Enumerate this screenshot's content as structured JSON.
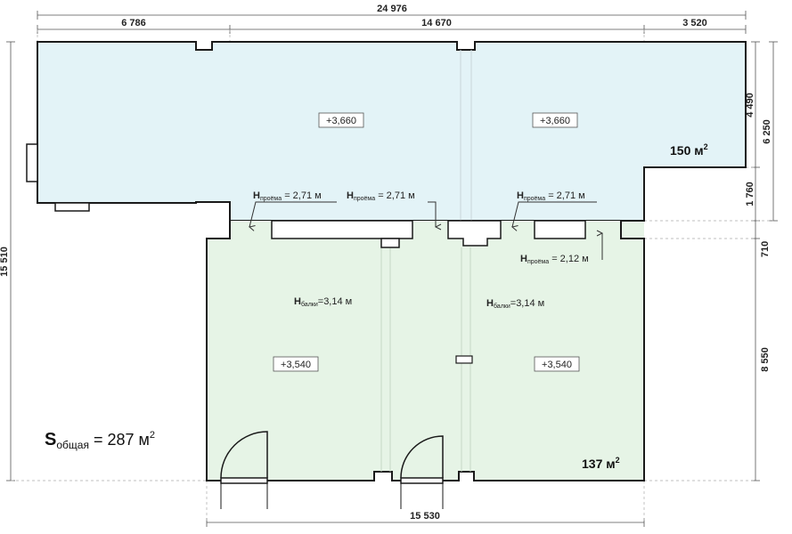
{
  "dimensions": {
    "top_total": "24 976",
    "top_left": "6 786",
    "top_mid": "14 670",
    "top_right": "3 520",
    "bottom": "15 530",
    "left_total": "15 510",
    "right_4490": "4 490",
    "right_6250": "6 250",
    "right_1760": "1 760",
    "right_710": "710",
    "right_8550": "8 550"
  },
  "levels": {
    "upper_left": "+3,660",
    "upper_right": "+3,660",
    "lower_left": "+3,540",
    "lower_right": "+3,540"
  },
  "areas": {
    "upper": {
      "value": "150 м",
      "sup": "2"
    },
    "lower": {
      "value": "137 м",
      "sup": "2"
    },
    "total": {
      "letter": "S",
      "sub": "общая",
      "value": " = 287 м",
      "sup": "2"
    }
  },
  "openings": {
    "label_h": "H",
    "sub_opening": "проёма",
    "sub_beam": "балки",
    "o1": " = 2,71 м",
    "o2": " = 2,71 м",
    "o3": " = 2,71 м",
    "o4": " = 2,12 м",
    "beam_left": "=3,14 м",
    "beam_right": "=3,14 м"
  },
  "colors": {
    "upper_fill": "#e3f3f7",
    "lower_fill": "#e6f4e6",
    "wall": "#1a1a1a",
    "dim": "#444444"
  }
}
